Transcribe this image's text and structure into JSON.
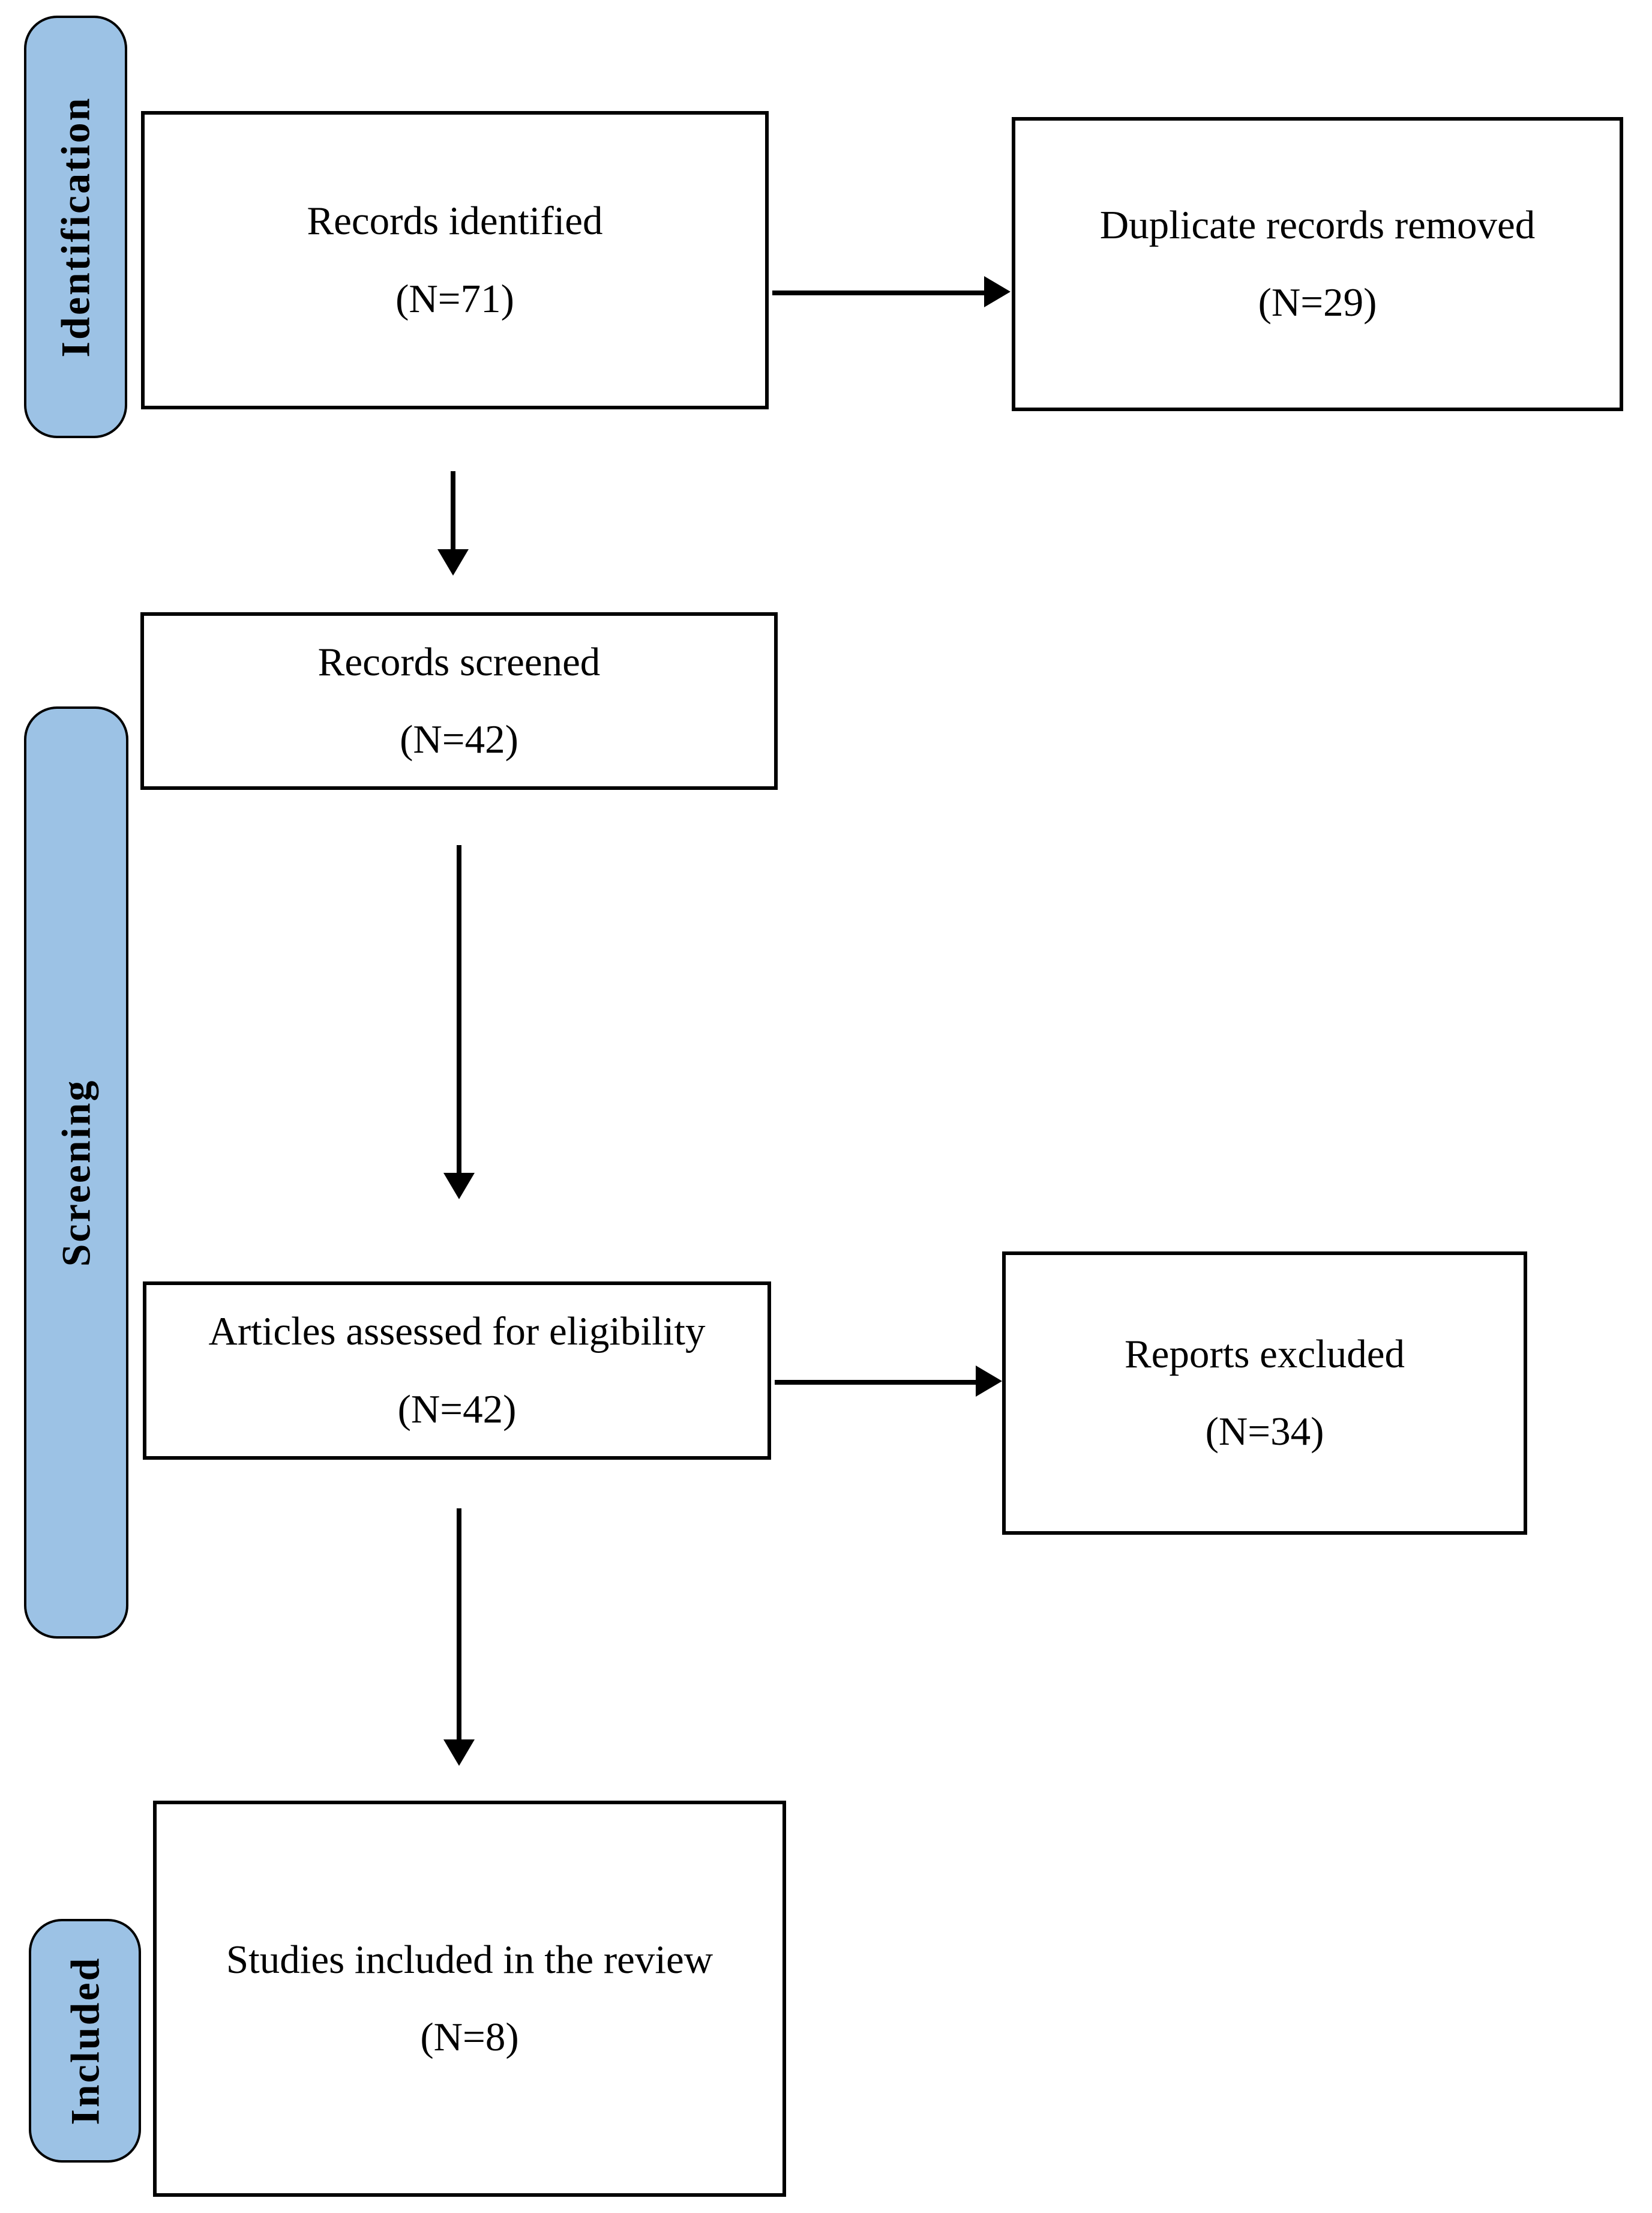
{
  "colors": {
    "background": "#ffffff",
    "box_fill": "#ffffff",
    "stage_fill": "#9CC2E5",
    "stroke": "#000000"
  },
  "stages": [
    {
      "id": "identification",
      "label": "Identification"
    },
    {
      "id": "screening",
      "label": "Screening"
    },
    {
      "id": "included",
      "label": "Included"
    }
  ],
  "boxes": {
    "records_identified": {
      "title": "Records identified",
      "n": "(N=71)"
    },
    "duplicate_records_removed": {
      "title": "Duplicate records removed",
      "n": "(N=29)"
    },
    "records_screened": {
      "title": "Records screened",
      "n": "(N=42)"
    },
    "articles_assessed": {
      "title": "Articles assessed for eligibility",
      "n": "(N=42)"
    },
    "reports_excluded": {
      "title": "Reports excluded",
      "n": "(N=34)"
    },
    "studies_included": {
      "title": "Studies included in the review",
      "n": "(N=8)"
    }
  }
}
